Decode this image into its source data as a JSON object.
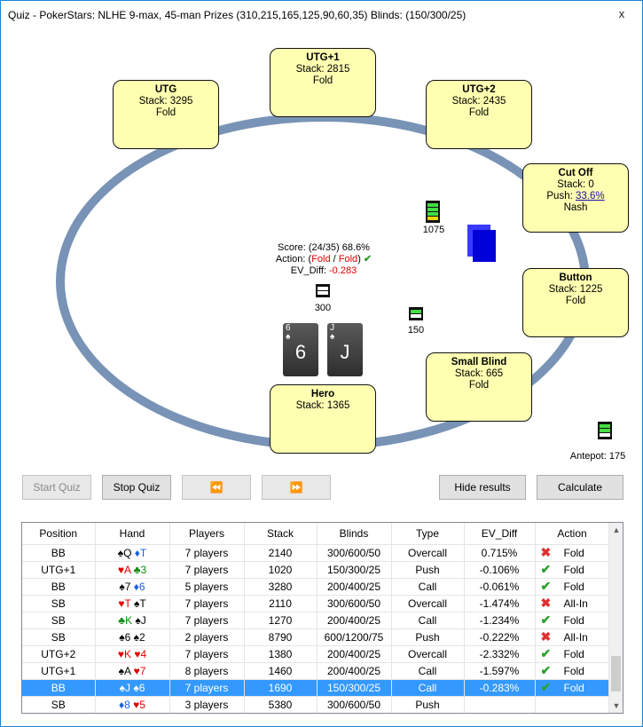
{
  "window": {
    "title": "Quiz - PokerStars: NLHE 9-max, 45-man Prizes (310,215,165,125,90,60,35) Blinds: (150/300/25)",
    "close_glyph": "x"
  },
  "seats": {
    "utg": {
      "name": "UTG",
      "stack": "Stack: 3295",
      "status": "Fold"
    },
    "utg1": {
      "name": "UTG+1",
      "stack": "Stack: 2815",
      "status": "Fold"
    },
    "utg2": {
      "name": "UTG+2",
      "stack": "Stack: 2435",
      "status": "Fold"
    },
    "cutoff": {
      "name": "Cut Off",
      "stack": "Stack: 0",
      "push_label": "Push:",
      "push_value": "33.6%",
      "status": "Nash"
    },
    "button": {
      "name": "Button",
      "stack": "Stack: 1225",
      "status": "Fold"
    },
    "sb": {
      "name": "Small Blind",
      "stack": "Stack: 665",
      "status": "Fold"
    },
    "hero": {
      "name": "Hero",
      "stack": "Stack: 1365"
    }
  },
  "chips": {
    "cutoff_bet": "1075",
    "hero_bet": "300",
    "sb_bet": "150",
    "antepot": "Antepot: 175"
  },
  "info": {
    "score": "Score: (24/35) 68.6%",
    "action_prefix": "Action: (",
    "action_a": "Fold",
    "action_sep": " / ",
    "action_b": "Fold",
    "action_suffix": ")",
    "ev_prefix": "EV_Diff: ",
    "ev_value": "-0.283"
  },
  "hero_cards": [
    {
      "rank": "6",
      "suit": "♠"
    },
    {
      "rank": "J",
      "suit": "♠"
    }
  ],
  "buttons": {
    "start_quiz": "Start Quiz",
    "stop_quiz": "Stop Quiz",
    "prev": "⏪",
    "next": "⏩",
    "hide_results": "Hide results",
    "calculate": "Calculate"
  },
  "grid": {
    "columns": [
      "Position",
      "Hand",
      "Players",
      "Stack",
      "Blinds",
      "Type",
      "EV_Diff",
      "Action"
    ],
    "rows": [
      {
        "position": "BB",
        "hand": [
          [
            "♠",
            "Q",
            "sp"
          ],
          [
            "♦",
            "T",
            "dm"
          ]
        ],
        "players": "7 players",
        "stack": "2140",
        "blinds": "300/600/50",
        "type": "Overcall",
        "ev": "0.715%",
        "result": "x",
        "action": "Fold"
      },
      {
        "position": "UTG+1",
        "hand": [
          [
            "♥",
            "A",
            "ht"
          ],
          [
            "♣",
            "3",
            "cl"
          ]
        ],
        "players": "7 players",
        "stack": "1020",
        "blinds": "150/300/25",
        "type": "Push",
        "ev": "-0.106%",
        "result": "ok",
        "action": "Fold"
      },
      {
        "position": "BB",
        "hand": [
          [
            "♠",
            "7",
            "sp"
          ],
          [
            "♦",
            "6",
            "dm"
          ]
        ],
        "players": "5 players",
        "stack": "3280",
        "blinds": "200/400/25",
        "type": "Call",
        "ev": "-0.061%",
        "result": "ok",
        "action": "Fold"
      },
      {
        "position": "SB",
        "hand": [
          [
            "♥",
            "T",
            "ht"
          ],
          [
            "♠",
            "T",
            "sp"
          ]
        ],
        "players": "7 players",
        "stack": "2110",
        "blinds": "300/600/50",
        "type": "Overcall",
        "ev": "-1.474%",
        "result": "x",
        "action": "All-In"
      },
      {
        "position": "SB",
        "hand": [
          [
            "♣",
            "K",
            "cl"
          ],
          [
            "♠",
            "J",
            "sp"
          ]
        ],
        "players": "7 players",
        "stack": "1270",
        "blinds": "200/400/25",
        "type": "Call",
        "ev": "-1.234%",
        "result": "ok",
        "action": "Fold"
      },
      {
        "position": "SB",
        "hand": [
          [
            "♠",
            "6",
            "sp"
          ],
          [
            "♠",
            "2",
            "sp"
          ]
        ],
        "players": "2 players",
        "stack": "8790",
        "blinds": "600/1200/75",
        "type": "Push",
        "ev": "-0.222%",
        "result": "x",
        "action": "All-In"
      },
      {
        "position": "UTG+2",
        "hand": [
          [
            "♥",
            "K",
            "ht"
          ],
          [
            "♥",
            "4",
            "ht"
          ]
        ],
        "players": "7 players",
        "stack": "1380",
        "blinds": "200/400/25",
        "type": "Overcall",
        "ev": "-2.332%",
        "result": "ok",
        "action": "Fold"
      },
      {
        "position": "UTG+1",
        "hand": [
          [
            "♠",
            "A",
            "sp"
          ],
          [
            "♥",
            "7",
            "ht"
          ]
        ],
        "players": "8 players",
        "stack": "1460",
        "blinds": "200/400/25",
        "type": "Call",
        "ev": "-1.597%",
        "result": "ok",
        "action": "Fold"
      },
      {
        "position": "BB",
        "hand": [
          [
            "♠",
            "J",
            "sp"
          ],
          [
            "♠",
            "6",
            "sp"
          ]
        ],
        "players": "7 players",
        "stack": "1690",
        "blinds": "150/300/25",
        "type": "Call",
        "ev": "-0.283%",
        "result": "ok",
        "action": "Fold",
        "selected": true
      },
      {
        "position": "SB",
        "hand": [
          [
            "♦",
            "8",
            "dm"
          ],
          [
            "♥",
            "5",
            "ht"
          ]
        ],
        "players": "3 players",
        "stack": "5380",
        "blinds": "300/600/50",
        "type": "Push",
        "ev": "",
        "result": "",
        "action": ""
      }
    ]
  },
  "colors": {
    "seat_fill": "#ffffb1",
    "table_rail": "#7893b5",
    "selection": "#3399ff",
    "accent_red": "#e00000"
  }
}
